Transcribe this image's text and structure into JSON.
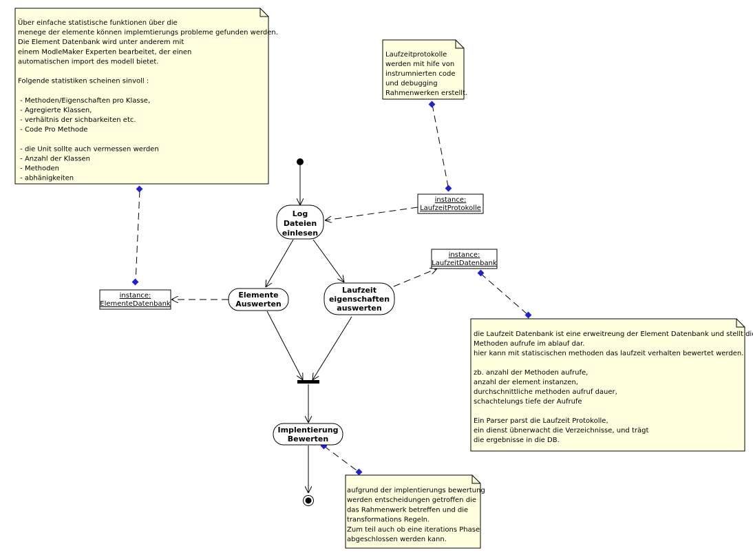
{
  "notes": {
    "statistics": {
      "lines": [
        "Über einfache statistische funktionen über die",
        "menege der elemente können implemtierungs probleme gefunden werden.",
        "Die Element Datenbank wird unter anderem mit",
        "einem ModleMaker Experten bearbeitet, der einen",
        "automatischen import des modell bietet.",
        "",
        "Folgende statistiken scheinen sinvoll :",
        "",
        " - Methoden/Eigenschaften pro Klasse,",
        " - Agregierte Klassen,",
        " - verhältnis der sichbarkeiten etc.",
        " - Code Pro Methode",
        "",
        " - die Unit sollte auch vermessen werden",
        "  - Anzahl der Klassen",
        "  - Methoden",
        "  - abhänigkeiten"
      ]
    },
    "protocols": {
      "lines": [
        "Laufzeitprotokolle",
        "werden mit hife von",
        "instrumnierten code",
        "und debugging",
        "Rahmenwerken erstellt."
      ]
    },
    "runtime_db": {
      "lines": [
        "die Laufzeit Datenbank ist eine erweitreung der Element Datenbank und stellt die",
        "Methoden aufrufe im ablauf dar.",
        "hier kann mit statiscischen methoden das laufzeit verhalten bewertet werden.",
        "",
        "zb. anzahl der Methoden aufrufe,",
        "anzahl der element instanzen,",
        "durchschnittliche methoden aufruf dauer,",
        "schachtelungs tiefe der Aufrufe",
        "",
        "Ein Parser parst die Laufzeit Protokolle,",
        "ein dienst übnerwacht die Verzeichnisse, und trägt",
        "die ergebnisse in die DB."
      ]
    },
    "evaluation": {
      "lines": [
        "aufgrund der implentierungs bewertung",
        "werden entscheidungen getroffen die",
        "das Rahmenwerk betreffen und die",
        "transformations Regeln.",
        "Zum teil auch ob eine iterations Phase",
        "abgeschlossen werden kann."
      ]
    }
  },
  "activities": {
    "log_read": {
      "lines": [
        "Log",
        "Dateien",
        "einlesen"
      ]
    },
    "elements_eval": {
      "lines": [
        "Elemente",
        "Auswerten"
      ]
    },
    "runtime_eval": {
      "lines": [
        "Laufzeit",
        "eigenschaften",
        "auswerten"
      ]
    },
    "impl_eval": {
      "lines": [
        "Implentierung",
        "Bewerten"
      ]
    }
  },
  "objects": {
    "protocols": {
      "line1": "instance:",
      "line2": "LaufzeitProtokolle"
    },
    "runtime_db": {
      "line1": "instance:",
      "line2": "LaufzeitDatenbank"
    },
    "element_db": {
      "line1": "instance:",
      "line2": "ElementeDatenbank"
    }
  },
  "colors": {
    "note_fill": "#ffffe0",
    "anchor_blue": "#2222cc",
    "line": "#000000"
  }
}
